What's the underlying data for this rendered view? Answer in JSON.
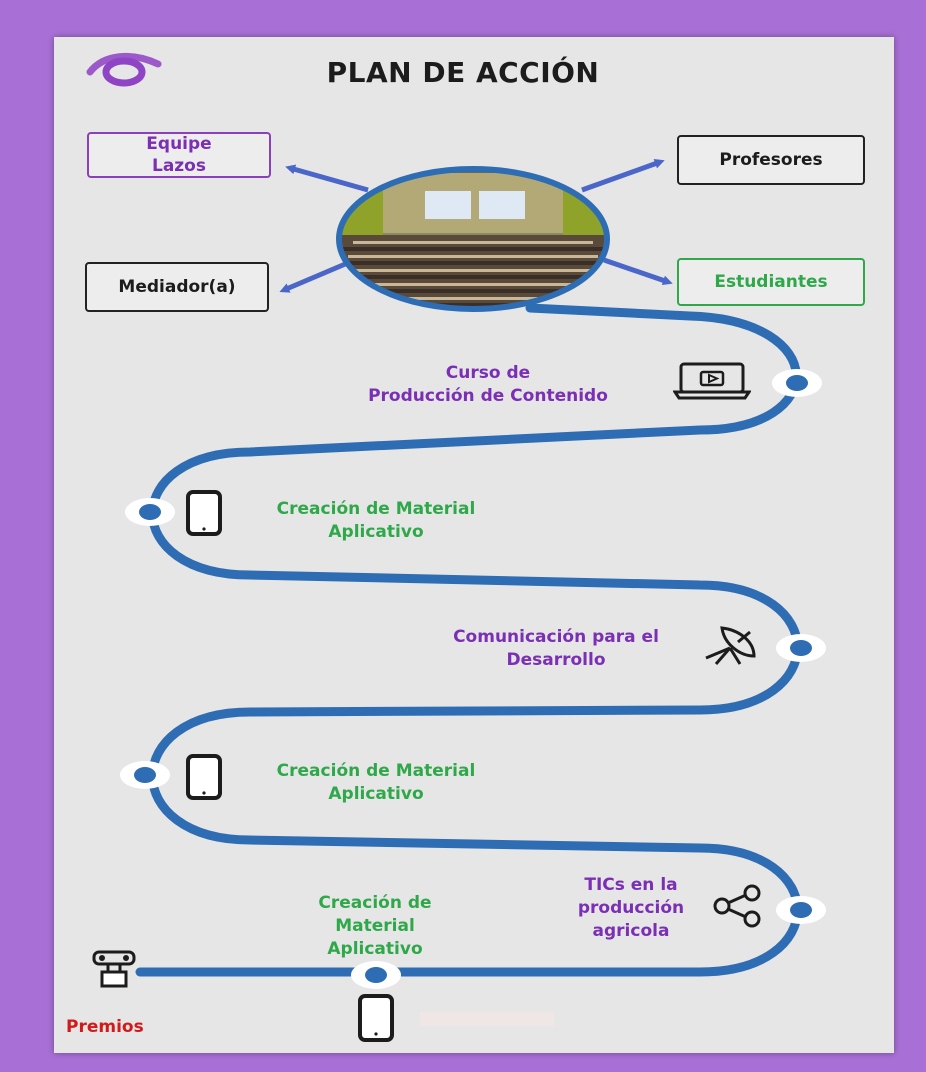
{
  "header": {
    "title": "PLAN DE ACCIÓN",
    "logo_icon": "eye-ring-logo"
  },
  "stakeholders": {
    "equipe": "Equipe\nLazos",
    "profesores": "Profesores",
    "mediador": "Mediador(a)",
    "estudiantes": "Estudiantes",
    "center_image": "lecture-hall-photo"
  },
  "steps": [
    {
      "label": "Curso de\nProducción de Contenido",
      "icon": "video-laptop-icon"
    },
    {
      "label": "Creación de Material\nAplicativo",
      "icon": "smartphone-icon"
    },
    {
      "label": "Comunicación para el\nDesarrollo",
      "icon": "satellite-dish-icon"
    },
    {
      "label": "Creación de Material\nAplicativo",
      "icon": "smartphone-icon"
    },
    {
      "label": "TICs en la\nproducción\nagricola",
      "icon": "share-nodes-icon"
    },
    {
      "label": "Creación de\nMaterial\nAplicativo",
      "icon": "smartphone-icon"
    }
  ],
  "end": {
    "label": "Premios",
    "icon": "trophy-icon"
  },
  "colors": {
    "path": "#2e6db3",
    "arrow": "#4a66c9",
    "purple": "#7a2fb5",
    "green": "#2fa84a",
    "red": "#d11a1a",
    "background": "#a870d6"
  }
}
